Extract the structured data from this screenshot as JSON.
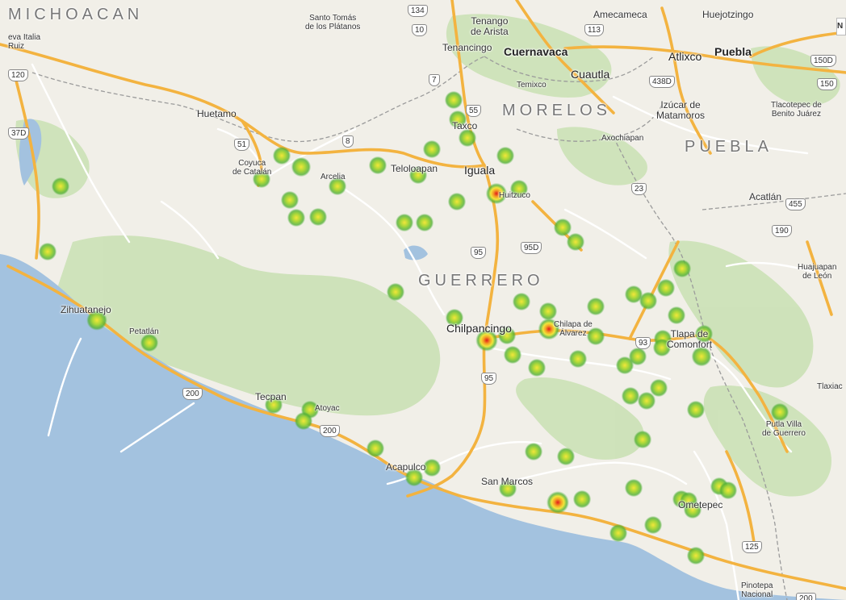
{
  "map": {
    "colors": {
      "land": "#f1efe8",
      "water": "#a3c2df",
      "forest": "#c9e0b3",
      "highway": "#f3b340",
      "road": "#ffffff",
      "state_border": "#9b9b9b"
    },
    "states": [
      {
        "id": "michoacan",
        "label": "MICHOACAN"
      },
      {
        "id": "morelos",
        "label": "MORELOS"
      },
      {
        "id": "puebla",
        "label": "PUEBLA"
      },
      {
        "id": "guerrero",
        "label": "GUERRERO"
      }
    ],
    "places": [
      {
        "id": "santo-tomas",
        "label": "Santo Tomás\nde los Plátanos"
      },
      {
        "id": "tenango",
        "label": "Tenango\nde Arista"
      },
      {
        "id": "tenancingo",
        "label": "Tenancingo"
      },
      {
        "id": "cuernavaca",
        "label": "Cuernavaca"
      },
      {
        "id": "amecameca",
        "label": "Amecameca"
      },
      {
        "id": "huejotzingo",
        "label": "Huejotzingo"
      },
      {
        "id": "nueva-italia",
        "label": "eva Italia\nRuiz"
      },
      {
        "id": "temixco",
        "label": "Temixco"
      },
      {
        "id": "cuautla",
        "label": "Cuautla"
      },
      {
        "id": "atlixco",
        "label": "Atlixco"
      },
      {
        "id": "puebla-city",
        "label": "Puebla"
      },
      {
        "id": "huetamo",
        "label": "Huetamo"
      },
      {
        "id": "taxco",
        "label": "Taxco"
      },
      {
        "id": "izucar",
        "label": "Izúcar de\nMatamoros"
      },
      {
        "id": "tlacotepec",
        "label": "Tlacotepec de\nBenito Juárez"
      },
      {
        "id": "axochiapan",
        "label": "Axochiapan"
      },
      {
        "id": "coyuca",
        "label": "Coyuca\nde Catalán"
      },
      {
        "id": "arcelia",
        "label": "Arcelia"
      },
      {
        "id": "teloloapan",
        "label": "Teloloapan"
      },
      {
        "id": "iguala",
        "label": "Iguala"
      },
      {
        "id": "huitzuco",
        "label": "Huitzuco"
      },
      {
        "id": "acatlan",
        "label": "Acatlán"
      },
      {
        "id": "huajuapan",
        "label": "Huajuapan\nde León"
      },
      {
        "id": "zihuatanejo",
        "label": "Zihuatanejo"
      },
      {
        "id": "petatlan",
        "label": "Petatlán"
      },
      {
        "id": "chilpancingo",
        "label": "Chilpancingo"
      },
      {
        "id": "chilapa",
        "label": "Chilapa de\nÁlvarez"
      },
      {
        "id": "tlapa",
        "label": "Tlapa de\nComonfort"
      },
      {
        "id": "tlaxiaco",
        "label": "Tlaxiac"
      },
      {
        "id": "tecpan",
        "label": "Tecpan"
      },
      {
        "id": "atoyac",
        "label": "Atoyac"
      },
      {
        "id": "putla",
        "label": "Putla Villa\nde Guerrero"
      },
      {
        "id": "acapulco",
        "label": "Acapulco"
      },
      {
        "id": "san-marcos",
        "label": "San Marcos"
      },
      {
        "id": "ometepec",
        "label": "Ometepec"
      },
      {
        "id": "pinotepa",
        "label": "Pinotepa\nNacional"
      }
    ],
    "shields": [
      "134",
      "10",
      "113",
      "150D",
      "7",
      "55",
      "438D",
      "150",
      "37D",
      "51",
      "8",
      "95D",
      "23",
      "455",
      "190",
      "95",
      "93",
      "200",
      "200",
      "125",
      "200",
      "120"
    ],
    "edge_badge": "N",
    "heat_points": [
      {
        "v": 0.3
      },
      {
        "v": 0.3
      },
      {
        "v": 0.3
      },
      {
        "v": 0.3
      },
      {
        "v": 0.3
      },
      {
        "v": 0.3
      },
      {
        "v": 0.55
      },
      {
        "v": 0.3
      },
      {
        "v": 0.3
      },
      {
        "v": 0.3
      },
      {
        "v": 0.3
      },
      {
        "v": 0.3
      },
      {
        "v": 0.3
      },
      {
        "v": 0.8
      },
      {
        "v": 0.3
      },
      {
        "v": 0.3
      },
      {
        "v": 0.3
      },
      {
        "v": 0.3
      },
      {
        "v": 0.3
      },
      {
        "v": 0.3
      },
      {
        "v": 0.3
      },
      {
        "v": 0.3
      },
      {
        "v": 0.3
      },
      {
        "v": 0.3
      },
      {
        "v": 0.7
      },
      {
        "v": 0.3
      },
      {
        "v": 0.3
      },
      {
        "v": 0.3
      },
      {
        "v": 0.3
      },
      {
        "v": 0.3
      },
      {
        "v": 0.3
      },
      {
        "v": 0.95
      },
      {
        "v": 0.3
      },
      {
        "v": 0.85
      },
      {
        "v": 0.3
      },
      {
        "v": 0.3
      },
      {
        "v": 0.3
      },
      {
        "v": 0.3
      },
      {
        "v": 0.3
      },
      {
        "v": 0.3
      },
      {
        "v": 0.3
      },
      {
        "v": 0.3
      },
      {
        "v": 0.3
      },
      {
        "v": 0.3
      },
      {
        "v": 0.6
      },
      {
        "v": 0.3
      },
      {
        "v": 0.3
      },
      {
        "v": 0.3
      },
      {
        "v": 0.3
      },
      {
        "v": 0.3
      },
      {
        "v": 0.3
      },
      {
        "v": 0.3
      },
      {
        "v": 0.3
      },
      {
        "v": 0.3
      },
      {
        "v": 0.3
      },
      {
        "v": 0.3
      },
      {
        "v": 0.3
      },
      {
        "v": 0.3
      },
      {
        "v": 0.3
      },
      {
        "v": 0.3
      },
      {
        "v": 0.3
      },
      {
        "v": 0.3
      },
      {
        "v": 1.0
      },
      {
        "v": 0.3
      },
      {
        "v": 0.3
      },
      {
        "v": 0.3
      },
      {
        "v": 0.3
      },
      {
        "v": 0.3
      },
      {
        "v": 0.3
      },
      {
        "v": 0.3
      },
      {
        "v": 0.3
      },
      {
        "v": 0.3
      },
      {
        "v": 0.3
      },
      {
        "v": 0.3
      },
      {
        "v": 0.3
      },
      {
        "v": 0.3
      },
      {
        "v": 0.3
      },
      {
        "v": 0.3
      },
      {
        "v": 0.3
      },
      {
        "v": 0.3
      },
      {
        "v": 0.3
      },
      {
        "v": 0.3
      },
      {
        "v": 0.3
      },
      {
        "v": 0.3
      }
    ]
  }
}
